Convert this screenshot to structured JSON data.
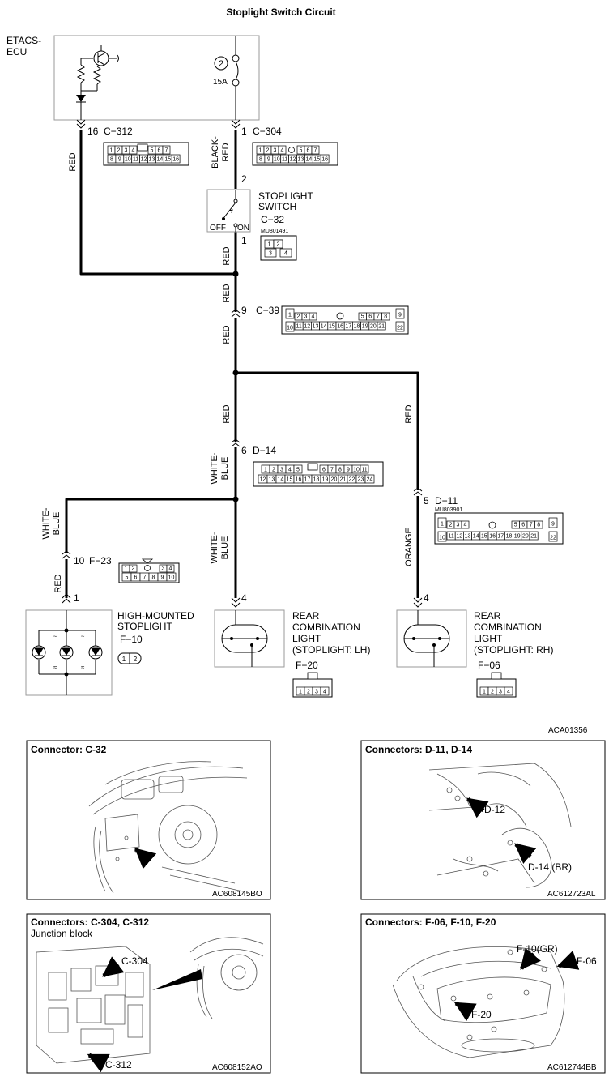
{
  "title": "Stoplight Switch Circuit",
  "doc_id": "ACA01356",
  "ecu": {
    "label_line1": "ETACS-",
    "label_line2": "ECU",
    "fuse_no": "2",
    "fuse_rating": "15A"
  },
  "pins": {
    "ecu_left": {
      "num": "16",
      "conn": "C−312"
    },
    "ecu_right": {
      "num": "1",
      "conn": "C−304"
    },
    "switch_top": "2",
    "switch_bottom": "1",
    "c39": {
      "num": "9",
      "conn": "C−39"
    },
    "d14": {
      "num": "6",
      "conn": "D−14"
    },
    "d11": {
      "num": "5",
      "conn": "D−11"
    },
    "f23": {
      "num": "10",
      "conn": "F−23"
    },
    "hmsl": "1",
    "lh": "4",
    "rh": "4"
  },
  "wires": {
    "red": "RED",
    "black_red_1": "BLACK-",
    "black_red_2": "RED",
    "white_blue_1": "WHITE-",
    "white_blue_2": "BLUE",
    "orange": "ORANGE"
  },
  "switch": {
    "line1": "STOPLIGHT",
    "line2": "SWITCH",
    "conn": "C−32",
    "part": "MU801491",
    "off": "OFF",
    "on": "ON",
    "cells": [
      "1",
      "2",
      "3",
      "4"
    ]
  },
  "d11_part": "MU803901",
  "hmsl": {
    "line1": "HIGH-MOUNTED",
    "line2": "STOPLIGHT",
    "conn": "F−10",
    "cells": [
      "1",
      "2"
    ]
  },
  "rear_lh": {
    "line1": "REAR",
    "line2": "COMBINATION",
    "line3": "LIGHT",
    "line4": "(STOPLIGHT: LH)",
    "conn": "F−20",
    "cells": [
      "1",
      "2",
      "3",
      "4"
    ]
  },
  "rear_rh": {
    "line1": "REAR",
    "line2": "COMBINATION",
    "line3": "LIGHT",
    "line4": "(STOPLIGHT: RH)",
    "conn": "F−06",
    "cells": [
      "1",
      "2",
      "3",
      "4"
    ]
  },
  "connectors": {
    "c312_top": [
      "1",
      "2",
      "3",
      "4",
      "5",
      "6",
      "7"
    ],
    "c312_bot": [
      "8",
      "9",
      "10",
      "11",
      "12",
      "13",
      "14",
      "15",
      "16"
    ],
    "c304_top": [
      "1",
      "2",
      "3",
      "4",
      "5",
      "6",
      "7"
    ],
    "c304_bot": [
      "8",
      "9",
      "10",
      "11",
      "12",
      "13",
      "14",
      "15",
      "16"
    ],
    "c39_top": [
      "1",
      "2",
      "3",
      "4",
      "5",
      "6",
      "7",
      "8",
      "9"
    ],
    "c39_bot": [
      "10",
      "11",
      "12",
      "13",
      "14",
      "15",
      "16",
      "17",
      "18",
      "19",
      "20",
      "21",
      "22"
    ],
    "d14_top": [
      "1",
      "2",
      "3",
      "4",
      "5",
      "6",
      "7",
      "8",
      "9",
      "10",
      "11"
    ],
    "d14_bot": [
      "12",
      "13",
      "14",
      "15",
      "16",
      "17",
      "18",
      "19",
      "20",
      "21",
      "22",
      "23",
      "24"
    ],
    "d11_top": [
      "1",
      "2",
      "3",
      "4",
      "5",
      "6",
      "7",
      "8",
      "9"
    ],
    "d11_bot": [
      "10",
      "11",
      "12",
      "13",
      "14",
      "15",
      "16",
      "17",
      "18",
      "19",
      "20",
      "21",
      "22"
    ],
    "f23_top": [
      "1",
      "2",
      "3",
      "4"
    ],
    "f23_bot": [
      "5",
      "6",
      "7",
      "8",
      "9",
      "10"
    ]
  },
  "panels": {
    "p1": {
      "title": "Connector: C-32",
      "code": "AC608145BO"
    },
    "p2": {
      "title": "Connectors: D-11, D-14",
      "code": "AC612723AL",
      "label_a": "D-12",
      "label_b": "D-14 (BR)"
    },
    "p3": {
      "title": "Connectors: C-304, C-312",
      "subtitle": "Junction block",
      "code": "AC608152AO",
      "label_a": "C-304",
      "label_b": "C-312"
    },
    "p4": {
      "title": "Connectors: F-06, F-10, F-20",
      "code": "AC612744BB",
      "label_a": "F-10(GR)",
      "label_b": "F-06",
      "label_c": "F-20"
    }
  }
}
